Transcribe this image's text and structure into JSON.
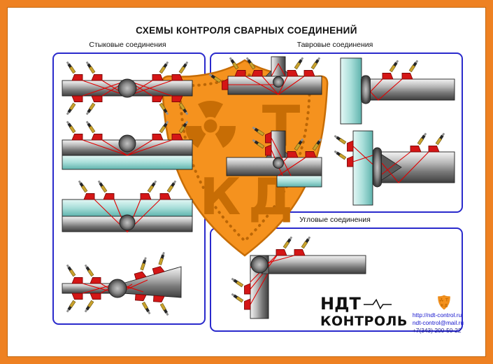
{
  "title": "СХЕМЫ КОНТРОЛЯ СВАРНЫХ СОЕДИНЕНИЙ",
  "panels": {
    "butt": {
      "label": "Стыковые соединения"
    },
    "tee": {
      "label": "Тавровые соединения"
    },
    "corner": {
      "label": "Угловые соединения"
    }
  },
  "watermark": {
    "symbol": "radiation-trefoil",
    "glyphs": {
      "g1": "Т",
      "g2": "К",
      "g3": "Д"
    }
  },
  "logo": {
    "name_top": "НДТ",
    "name_bottom": "КОНТРОЛЬ"
  },
  "contacts": {
    "website": "http://ndt-control.ru",
    "email": "ndt-control@mail.ru",
    "phone": "+7(343) 200-50-22"
  },
  "colors": {
    "frame_orange": "#ee8122",
    "panel_border_blue": "#2a2acc",
    "shield_orange": "#f5921e",
    "shield_dark": "#c76d05",
    "probe_red": "#d41616",
    "beam_red": "#e00000",
    "steel_gray": "#9a9a9a",
    "plate_teal": "#a8ded9",
    "link_blue": "#1313cd"
  }
}
